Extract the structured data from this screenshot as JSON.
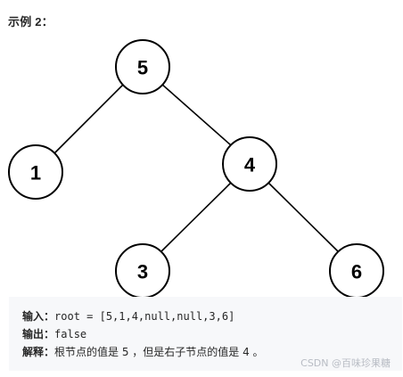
{
  "heading": "示例 2：",
  "tree": {
    "nodes": [
      {
        "id": "root",
        "label": "5"
      },
      {
        "id": "left",
        "label": "1"
      },
      {
        "id": "right",
        "label": "4"
      },
      {
        "id": "right-left",
        "label": "3"
      },
      {
        "id": "right-right",
        "label": "6"
      }
    ],
    "edges": [
      [
        "root",
        "left"
      ],
      [
        "root",
        "right"
      ],
      [
        "right",
        "right-left"
      ],
      [
        "right",
        "right-right"
      ]
    ]
  },
  "example": {
    "input_label": "输入：",
    "input_value": "root = [5,1,4,null,null,3,6]",
    "output_label": "输出：",
    "output_value": "false",
    "explain_label": "解释：",
    "explain_value": "根节点的值是 5 ，但是右子节点的值是 4 。"
  },
  "watermark": "CSDN @百味珍果糖"
}
